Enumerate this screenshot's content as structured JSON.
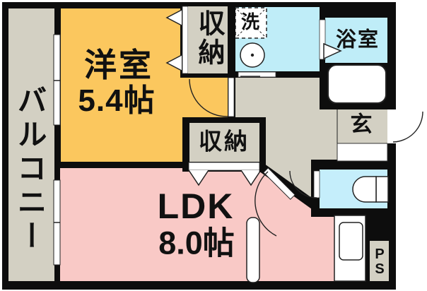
{
  "floorplan": {
    "balcony": {
      "label": "バルコニー"
    },
    "western_room": {
      "label": "洋室",
      "size": "5.4帖"
    },
    "closet_top": {
      "label": "収納"
    },
    "closet_middle": {
      "label": "収納"
    },
    "laundry": {
      "label": "洗"
    },
    "bathroom": {
      "label": "浴室"
    },
    "entrance": {
      "label": "玄"
    },
    "ldk": {
      "label": "LDK",
      "size": "8.0帖"
    },
    "pipe_space": {
      "line1": "P",
      "line2": "S"
    }
  },
  "colors": {
    "wall": "#0d0d0d",
    "room_western": "#fbc75e",
    "room_ldk": "#f9c9c6",
    "water_area": "#bfedf8",
    "toilet_room": "#c5eefb",
    "corridor": "#d3d0c3",
    "fixture_white": "#ffffff",
    "line": "#222222",
    "text": "#111111"
  }
}
